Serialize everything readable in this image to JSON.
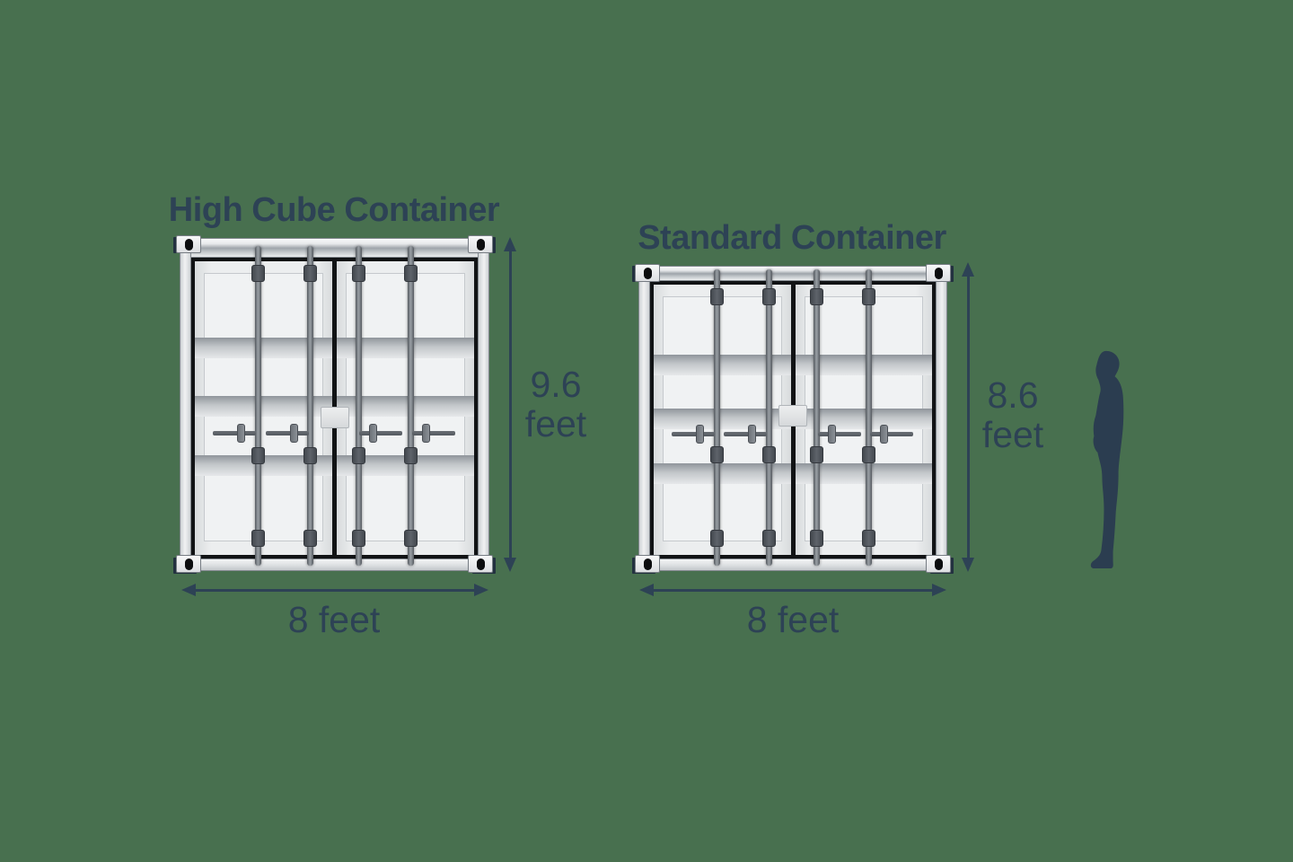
{
  "page": {
    "background_color": "#48704F",
    "accent_color": "#2D4255"
  },
  "diagram": {
    "high_cube": {
      "title": "High Cube Container",
      "height_value": "9.6",
      "height_unit": "feet",
      "width_label": "8 feet"
    },
    "standard": {
      "title": "Standard Container",
      "height_value": "8.6",
      "height_unit": "feet",
      "width_label": "8 feet"
    },
    "icons": {
      "person": "person-silhouette"
    }
  }
}
